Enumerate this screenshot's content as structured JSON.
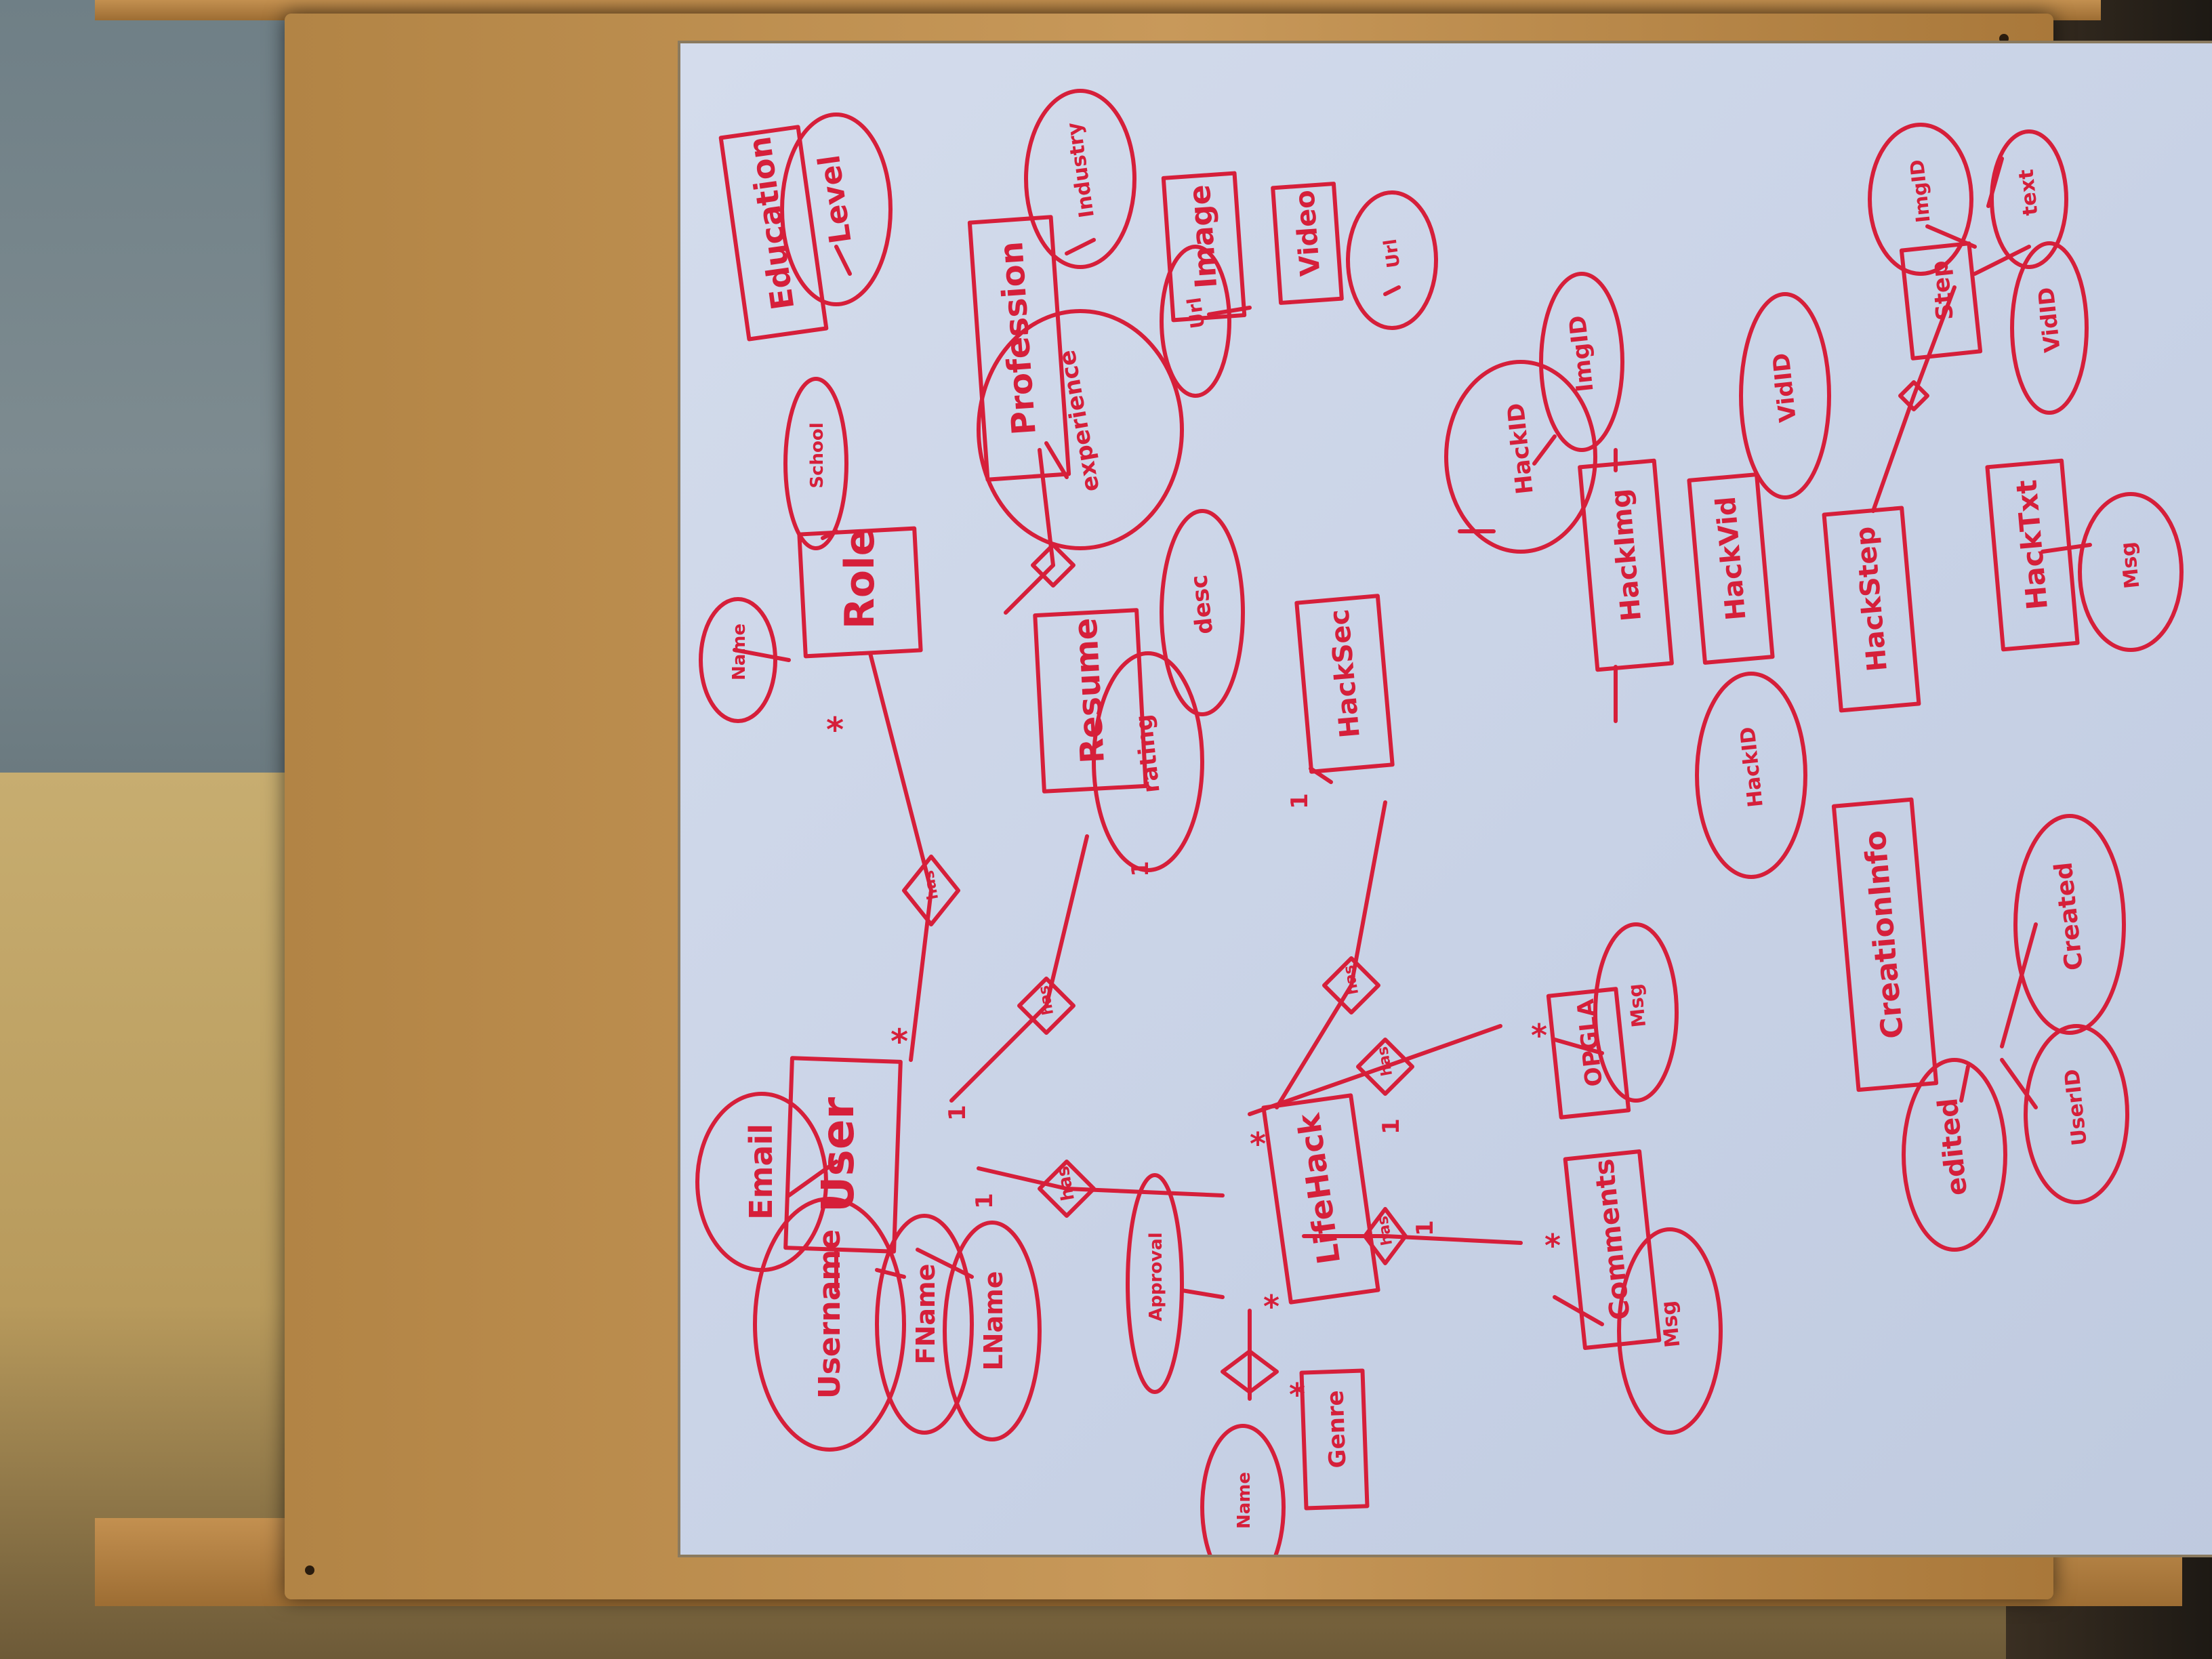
{
  "diagram": {
    "entities": {
      "user": "User",
      "role": "Role",
      "education": "Education",
      "profession": "Profession",
      "image": "Image",
      "video": "Video",
      "resume": "Resume",
      "hacksec": "HackSec",
      "lifehack": "LifeHack",
      "genre": "Genre",
      "comments": "Comments",
      "opgla": "OPGLA",
      "hackimg": "HackImg",
      "hackvid": "HackVid",
      "hackstep": "HackStep",
      "hacktxt": "HackTxt",
      "step": "Step",
      "creationinfo": "CreationInfo"
    },
    "attributes": {
      "email": "Email",
      "username": "Username",
      "fname": "FName",
      "lname": "LName",
      "role_name": "Name",
      "school": "School",
      "level": "Level",
      "industry": "Industry",
      "experience": "experience",
      "image_url": "Url",
      "video_url": "Url",
      "rating": "rating",
      "desc": "desc",
      "approval": "Approval",
      "genre_name": "Name",
      "comment_msg": "Msg",
      "opgla_msg": "Msg",
      "hackimg_hackid": "HackID",
      "hackimg_imgid": "ImgID",
      "hackvid_hackid": "HackID",
      "hackvid_vidid": "VidID",
      "step_imgid": "ImgID",
      "step_text": "text",
      "step_vidid": "VidID",
      "hacktxt_msg": "Msg",
      "edited": "edited",
      "userid": "UserID",
      "created": "Created"
    },
    "relationships": {
      "user_role": "has",
      "user_resume": "has",
      "user_lifehack": "has",
      "resume_profession": "",
      "lifehack_hacksec": "has",
      "lifehack_opgla": "has",
      "lifehack_comments": "has",
      "lifehack_genre": "",
      "hackstep_step": ""
    },
    "cardinality": {
      "many": "*",
      "one": "1"
    },
    "ink_color": "#d61f3a"
  }
}
